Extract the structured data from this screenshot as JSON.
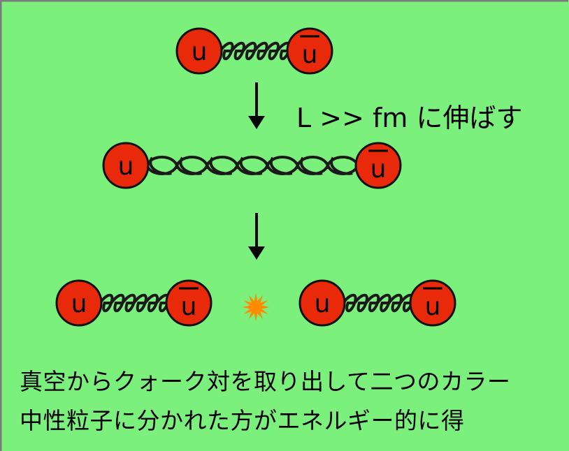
{
  "colors": {
    "background": "#7cf07c",
    "border": "#7a7a7a",
    "quark_fill": "#e92a0a",
    "quark_stroke": "#111111",
    "spring": "#1a1a1a",
    "spark": "#ff8c00"
  },
  "quarks": {
    "quark": "u",
    "antiquark": "u"
  },
  "step_label": "L >> fm に伸ばす",
  "caption": {
    "line1": "真空からクォーク対を取り出して二つのカラー",
    "line2": "中性粒子に分かれた方がエネルギー的に得"
  },
  "icons": {
    "arrow": "down-arrow-icon",
    "spark": "spark-icon"
  }
}
